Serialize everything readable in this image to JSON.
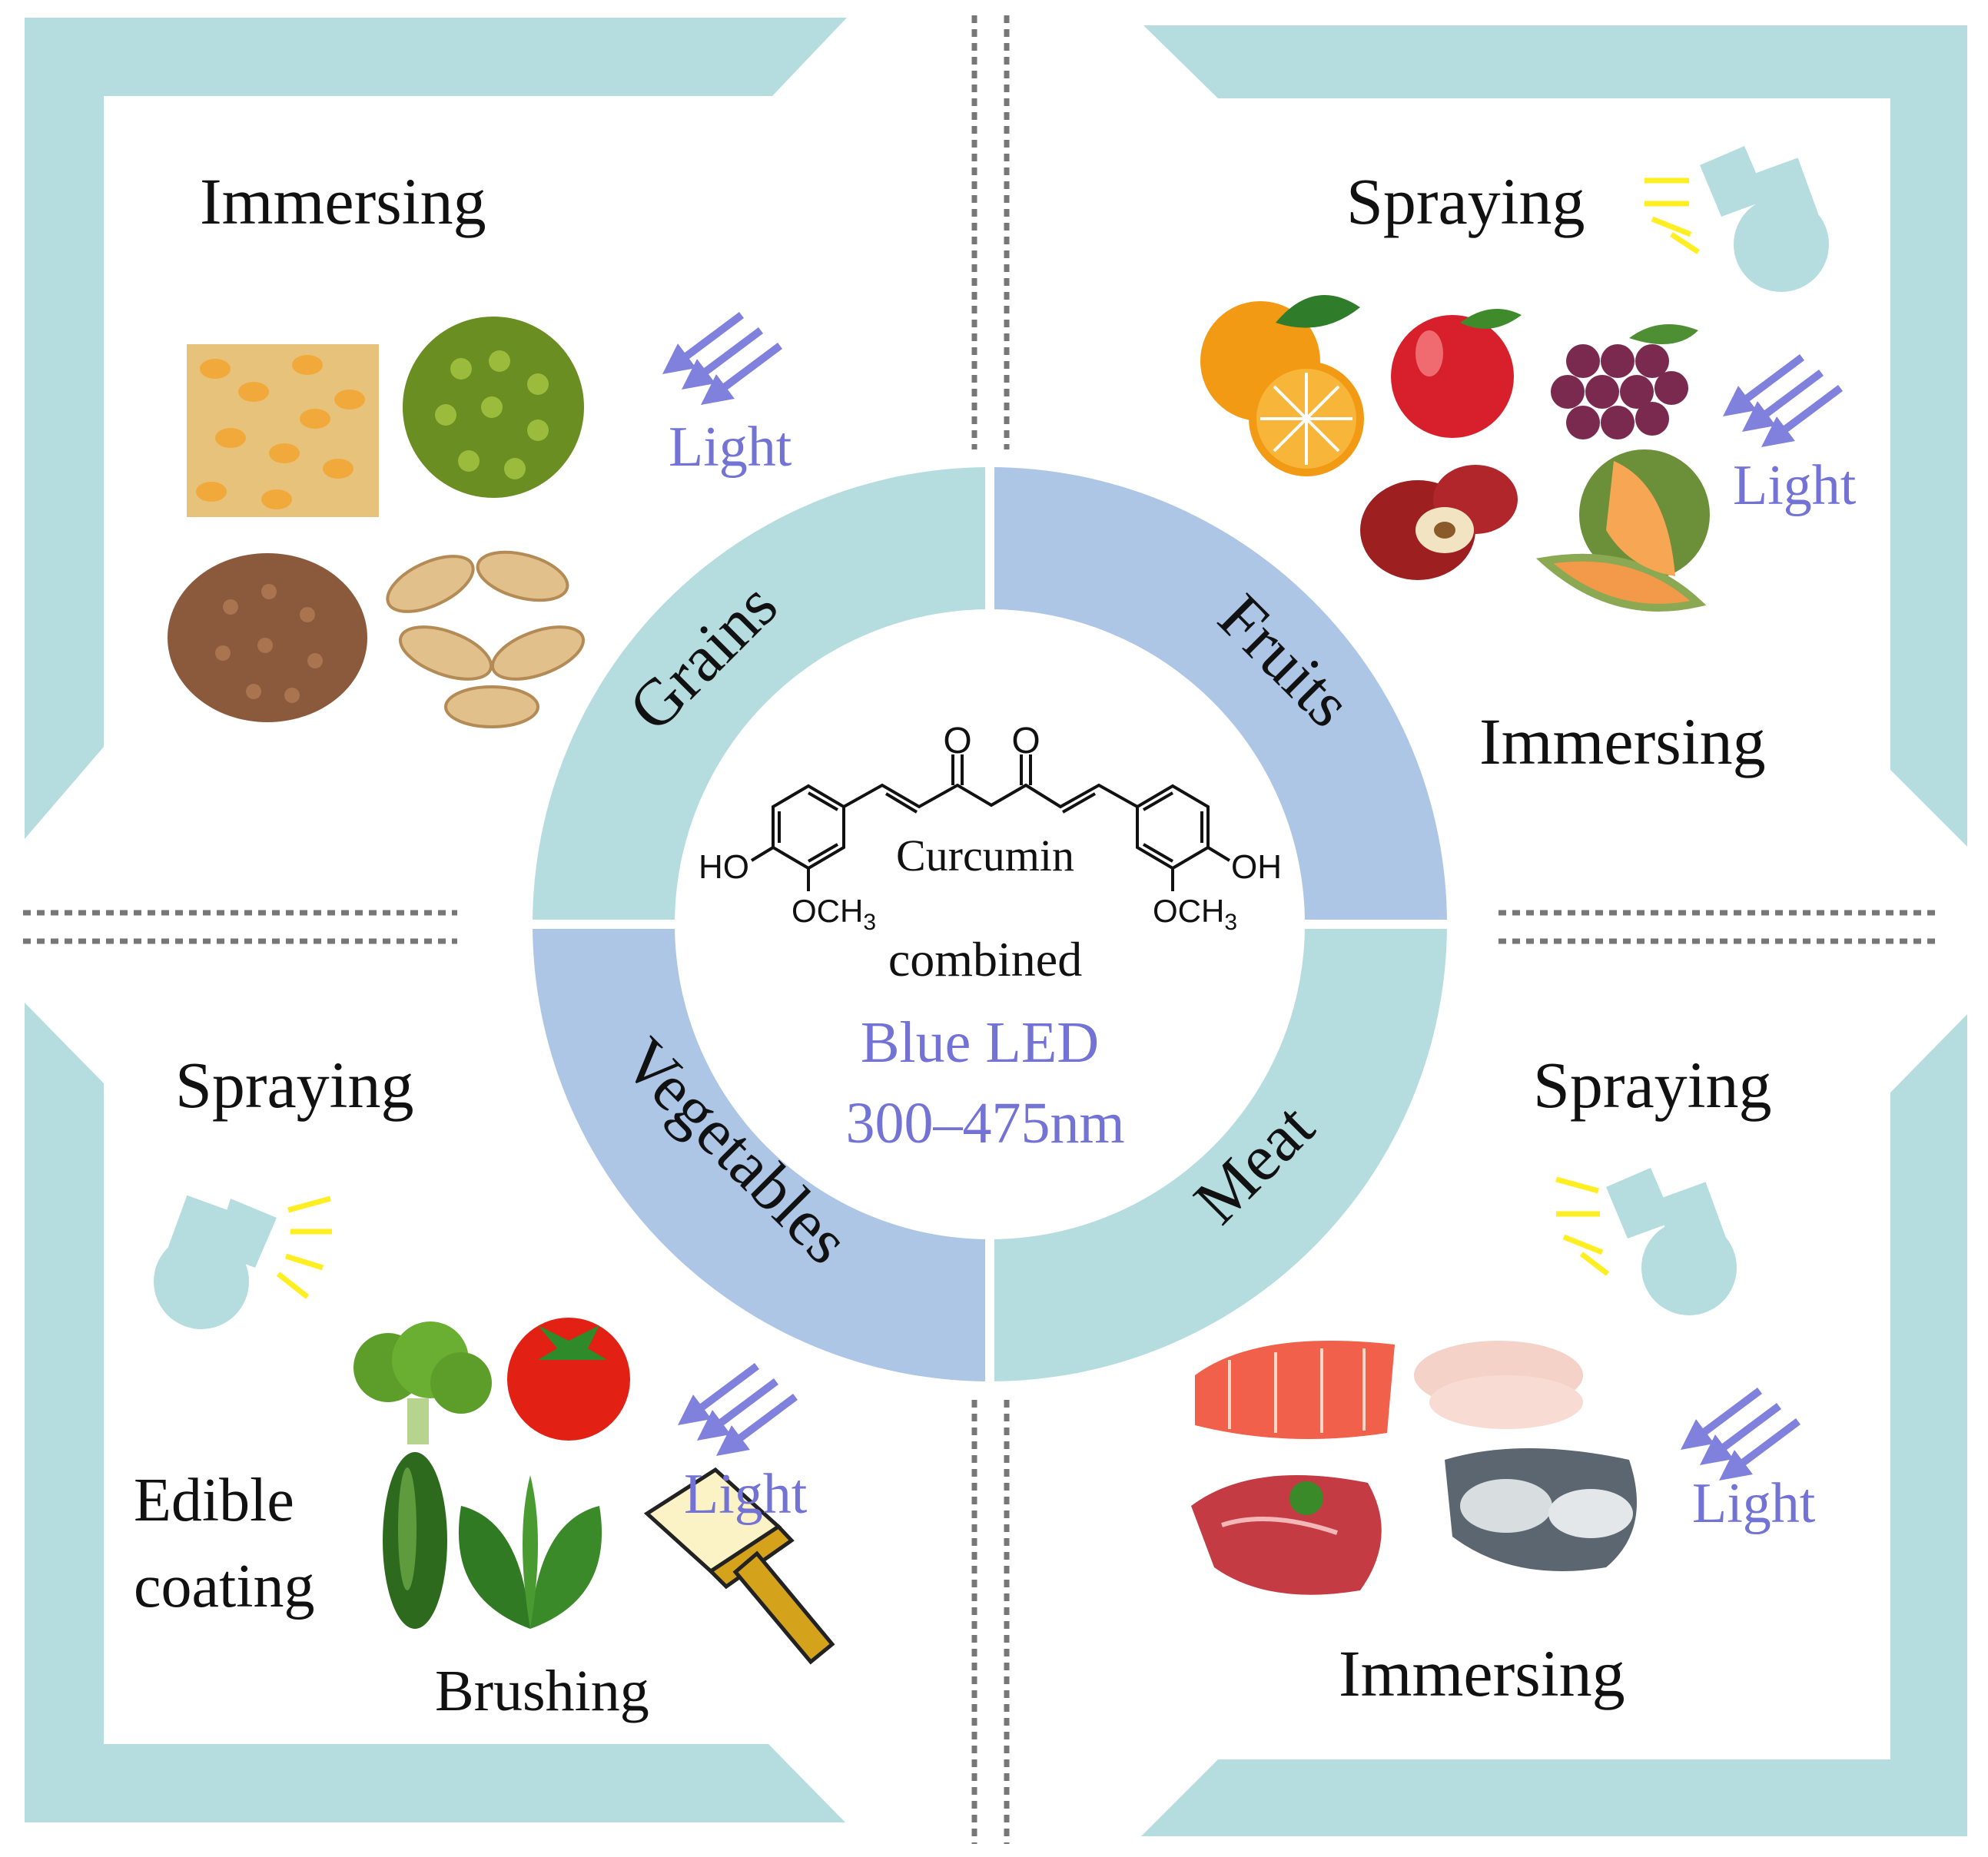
{
  "colors": {
    "teal": "#b5dde0",
    "blue_sector": "#adc6e6",
    "light_arrow": "#8080dd",
    "light_text": "#7373d6",
    "spray_rays": "#ffee22",
    "brush_body": "#d4a21b",
    "brush_bristle": "#fbf3c6",
    "divider": "#777777"
  },
  "center": {
    "molecule_name": "Curcumin",
    "left_hydroxyl": "HO",
    "right_hydroxyl": "OH",
    "left_methoxy": "OCH3",
    "right_methoxy": "OCH3",
    "carbonyl_oxygen": "O",
    "combined_label": "combined",
    "led_label": "Blue LED",
    "wavelength_label": "300–475nm"
  },
  "sectors": {
    "grains": "Grains",
    "fruits": "Fruits",
    "vegetables": "Vegetables",
    "meat": "Meat"
  },
  "quadrants": {
    "top_left": {
      "method": "Immersing",
      "light": "Light",
      "foods": [
        "corn-kernels",
        "mung-beans",
        "buckwheat",
        "peanuts"
      ]
    },
    "top_right": {
      "method_1": "Spraying",
      "method_2": "Immersing",
      "light": "Light",
      "foods": [
        "orange",
        "apple",
        "grapes",
        "jujube",
        "cantaloupe"
      ]
    },
    "bottom_left": {
      "method_1": "Spraying",
      "method_2_line1": "Edible",
      "method_2_line2": "coating",
      "method_3": "Brushing",
      "light": "Light",
      "foods": [
        "broccoli",
        "tomato",
        "cucumber",
        "spinach"
      ]
    },
    "bottom_right": {
      "method_1": "Spraying",
      "method_2": "Immersing",
      "light": "Light",
      "foods": [
        "salmon",
        "chicken-breast",
        "beef",
        "oysters"
      ]
    }
  }
}
